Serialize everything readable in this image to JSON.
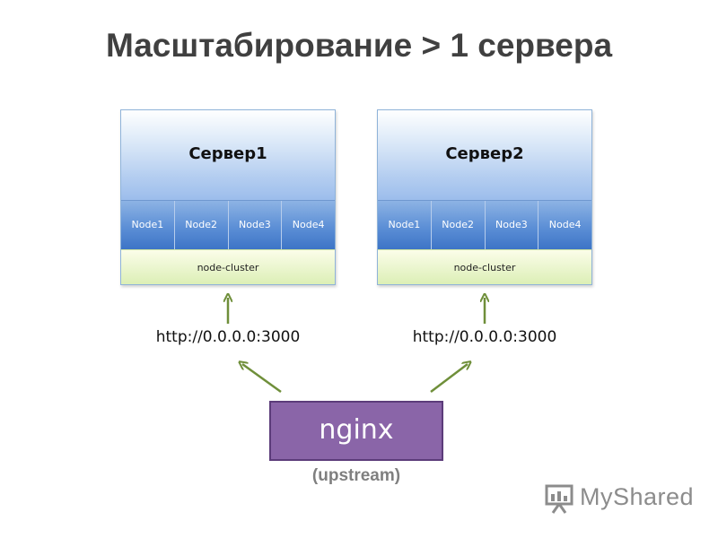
{
  "title": "Масштабирование > 1 сервера",
  "servers": [
    {
      "name": "Сервер1",
      "nodes": [
        "Node1",
        "Node2",
        "Node3",
        "Node4"
      ],
      "cluster_label": "node-cluster",
      "url": "http://0.0.0.0:3000"
    },
    {
      "name": "Сервер2",
      "nodes": [
        "Node1",
        "Node2",
        "Node3",
        "Node4"
      ],
      "cluster_label": "node-cluster",
      "url": "http://0.0.0.0:3000"
    }
  ],
  "balancer": {
    "label": "nginx",
    "sublabel": "(upstream)"
  },
  "watermark": {
    "text": "MyShared",
    "icon": "presentation-board-icon"
  },
  "colors": {
    "title": "#404040",
    "node_fill": "#5c8fd6",
    "cluster_fill": "#dcefb6",
    "nginx_fill": "#8a65a8",
    "arrow": "#6f8f3a",
    "upstream_text": "#7f7f7f"
  }
}
